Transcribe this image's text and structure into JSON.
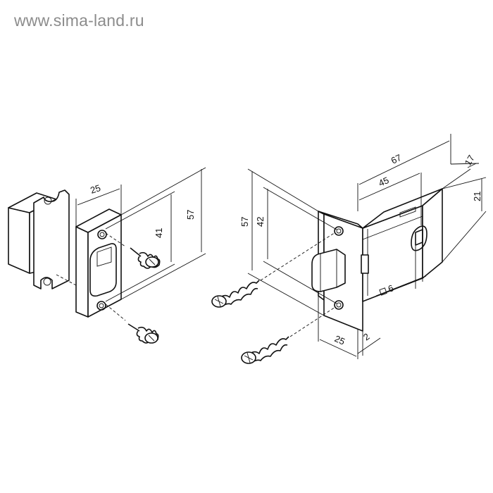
{
  "watermark": "www.sima-land.ru",
  "dimensions": {
    "strike_width": "25",
    "strike_hole_spacing": "41",
    "strike_height": "57",
    "faceplate_height": "57",
    "faceplate_hole_spacing": "42",
    "backset_long": "67",
    "backset_short": "45",
    "body_depth": "17",
    "body_height": "21",
    "spindle_square": "6",
    "faceplate_width": "25",
    "faceplate_thickness": "2"
  }
}
